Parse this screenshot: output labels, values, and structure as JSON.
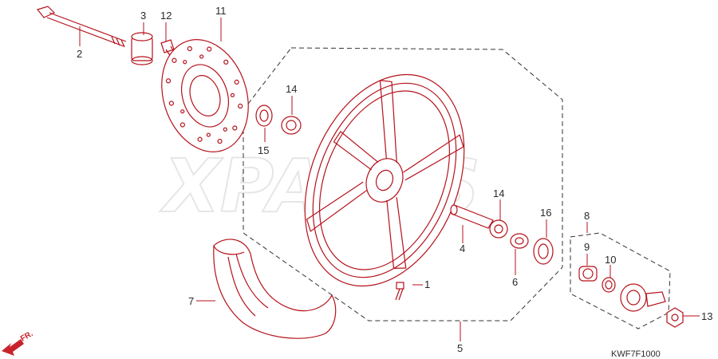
{
  "diagram": {
    "watermark": "XPARTS",
    "drawing_code": "KWF7F1000",
    "direction_label": "FR.",
    "callouts": [
      {
        "id": "1",
        "label": "1"
      },
      {
        "id": "2",
        "label": "2"
      },
      {
        "id": "3",
        "label": "3"
      },
      {
        "id": "4",
        "label": "4"
      },
      {
        "id": "5",
        "label": "5"
      },
      {
        "id": "6",
        "label": "6"
      },
      {
        "id": "7",
        "label": "7"
      },
      {
        "id": "8",
        "label": "8"
      },
      {
        "id": "9",
        "label": "9"
      },
      {
        "id": "10",
        "label": "10"
      },
      {
        "id": "11",
        "label": "11"
      },
      {
        "id": "12",
        "label": "12"
      },
      {
        "id": "13",
        "label": "13"
      },
      {
        "id": "14a",
        "label": "14"
      },
      {
        "id": "14b",
        "label": "14"
      },
      {
        "id": "15",
        "label": "15"
      },
      {
        "id": "16",
        "label": "16"
      }
    ],
    "colors": {
      "line": "#b5121b",
      "text": "#2a2a2a",
      "arrow": "#c8232c"
    }
  }
}
